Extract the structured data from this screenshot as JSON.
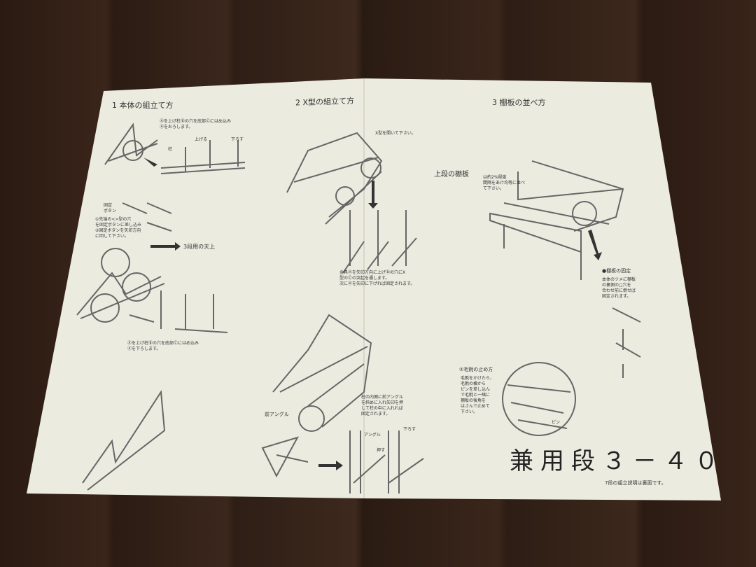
{
  "sheet": {
    "section1": {
      "title": "1  本体の組立て方",
      "note_top": "Ⓐを上げ柱Ⓑの穴を底部Ⓒにはめ込み\nⒶをおろします。",
      "note_button": "固定\nボタン",
      "note_steps": "①先端の<>型の穴\nを固定ボタンに差し込み\n②固定ボタンを矢印方向\nに回して下さい。",
      "note_top3": "3段用の天上",
      "note_bottom": "Ⓐを上げ柱Ⓑの穴を底部Ⓒにはめ込み\nⒶを下ろします。",
      "label_pillar": "柱",
      "label_raise": "上げる",
      "label_lower": "下ろす"
    },
    "section2": {
      "title": "2  X型の組立て方",
      "note_open": "X型を開いて下さい。",
      "note_fitting": "金具Ⓐを矢印方向に上げⒷの穴にX\n型のⒸの突起を通します。\n次にⒶを矢印に下げれば固定されます。",
      "label_front_angle": "前アングル",
      "note_angle": "柱の内側に前アングル\nを斜めに入れ矢印を押\nして柱の中に入れれば\n固定されます。",
      "label_angle": "アングル",
      "label_push": "押す",
      "label_lower": "下ろす"
    },
    "section3": {
      "title": "3  棚板の並べ方",
      "top_shelf_label": "上段の棚板",
      "top_shelf_note": "は約2%程度\n間隔をあけ均等に並べ\nて下さい。",
      "fix_title": "●棚板の固定",
      "fix_note": "本体のツメに棚板\nの裏側の□穴を\n合わせ前に倒せば\n固定されます。",
      "carpet_title": "②毛氈の止め方",
      "carpet_note": "毛氈をかけたら、\n毛氈の横から\nピンを差し込ん\nで毛氈と一緒に\n棚板の後角を\nはさんで止めて\n下さい。",
      "label_pin": "ピン"
    },
    "product_name": "兼用段３－４０",
    "footer_note": "7段の組立説明は裏面です。",
    "colors": {
      "paper": "#ecebe0",
      "table": "#33211a",
      "ink": "#555555"
    }
  }
}
